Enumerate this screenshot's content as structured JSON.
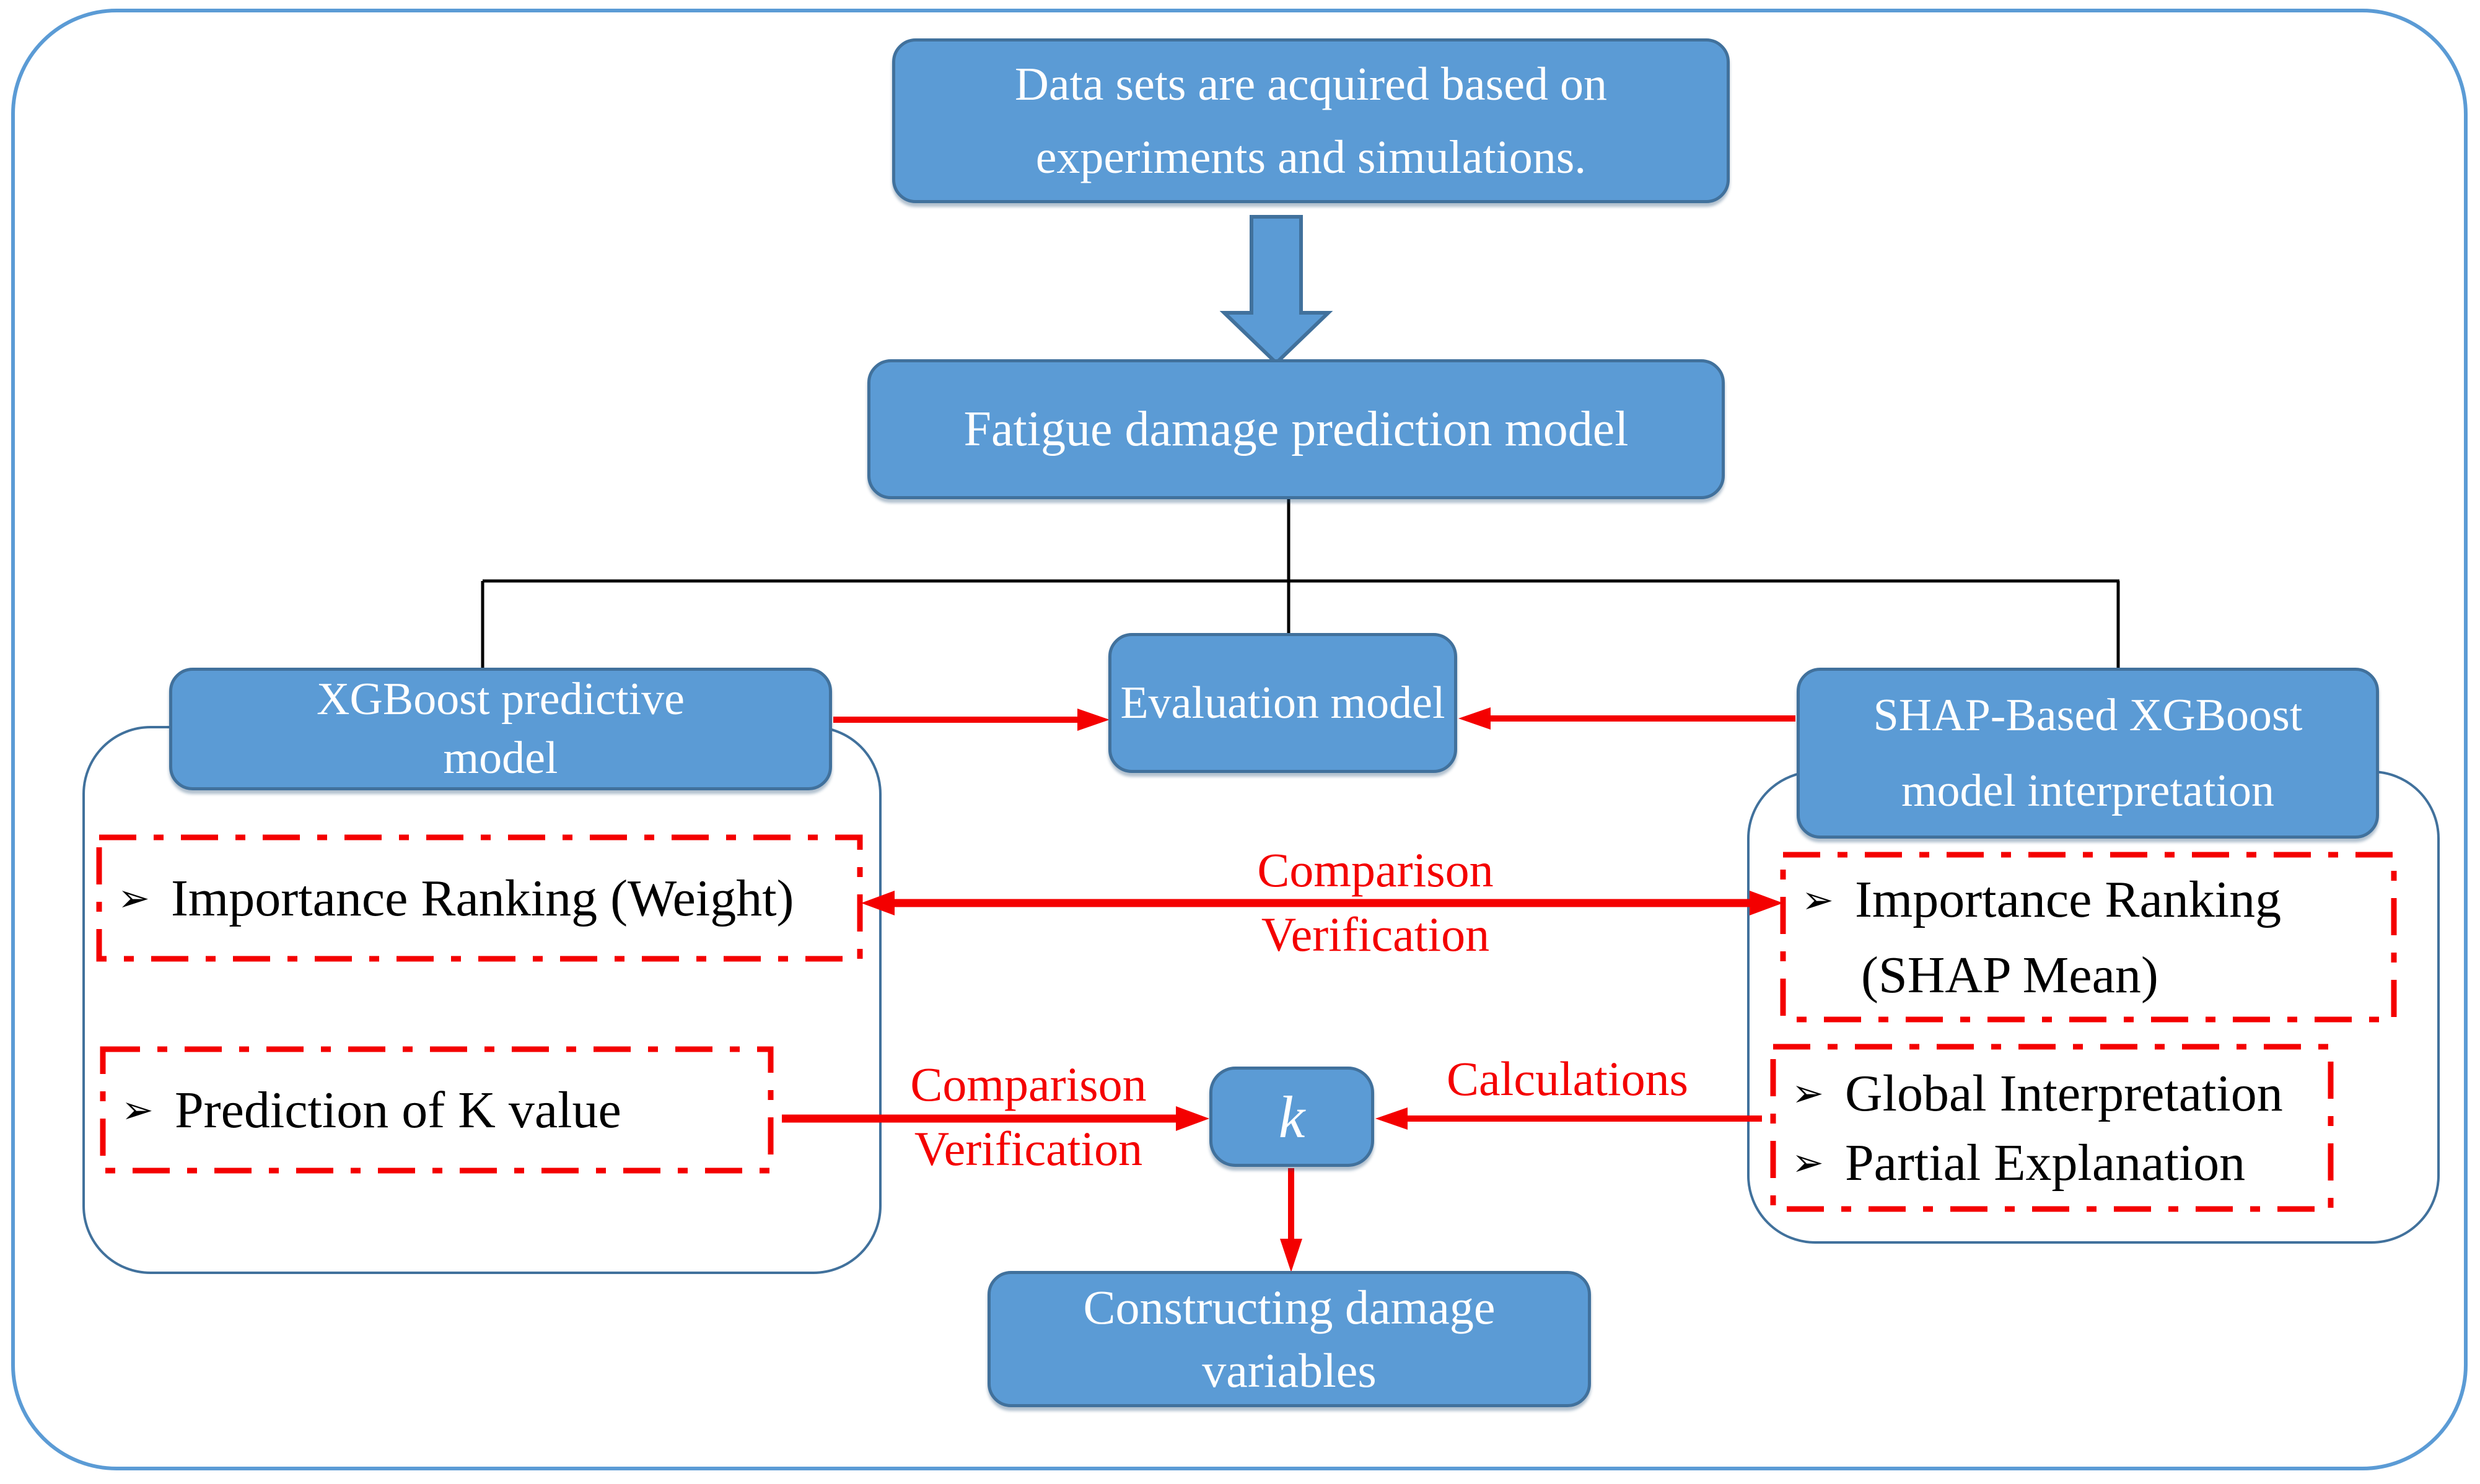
{
  "colors": {
    "node_fill": "#5B9BD5",
    "node_border": "#41719C",
    "frame_blue": "#5B9BD5",
    "container_border": "#41719C",
    "accent_red": "#F40000",
    "text_white": "#FFFFFF",
    "text_black": "#000000"
  },
  "nodes": {
    "data_acquisition": "Data sets are acquired based on experiments and simulations.",
    "fatigue_model": "Fatigue damage prediction model",
    "xgboost_model": "XGBoost predictive model",
    "evaluation_model": "Evaluation model",
    "shap_interpretation": "SHAP-Based XGBoost model interpretation",
    "k_value": "k",
    "constructing": "Constructing damage variables"
  },
  "left_panel": {
    "items": [
      {
        "bullet": "➢",
        "label": "Importance Ranking (Weight)"
      },
      {
        "bullet": "➢",
        "label": "Prediction of K value"
      }
    ]
  },
  "right_panel": {
    "items": [
      {
        "bullet": "➢",
        "line1": "Importance Ranking",
        "line2": "(SHAP Mean)"
      },
      {
        "bullet": "➢",
        "label": "Global Interpretation"
      },
      {
        "bullet": "➢",
        "label": "Partial Explanation"
      }
    ]
  },
  "edge_labels": {
    "comparison_top": {
      "line1": "Comparison",
      "line2": "Verification"
    },
    "comparison_bottom": {
      "line1": "Comparison",
      "line2": "Verification"
    },
    "calculations": "Calculations"
  }
}
